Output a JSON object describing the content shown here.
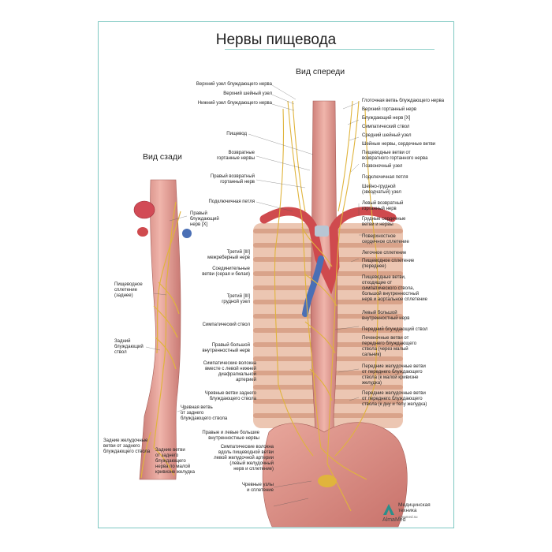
{
  "title": "Нервы пищевода",
  "view_back": "Вид сзади",
  "view_front": "Вид спереди",
  "labels_back": [
    "Правый\nблуждающий\nнерв [X]",
    "Пищеводное\nсплетение\n(заднее)",
    "Задний\nблуждающий\nствол",
    "Чревная ветвь\nот заднего\nблуждающего ствола",
    "Задние желудочные\nветви от заднего\nблуждающего ствола",
    "Задние ветви\nот заднего\nблуждающего\nнерва по малой\nкривизне желудка"
  ],
  "labels_mid": [
    "Верхний узел блуждающего нерва",
    "Верхний шейный узел",
    "Нижний узел блуждающего нерва",
    "Пищевод",
    "Возвратные\nгортанные нервы",
    "Правый возвратный\nгортанный нерв",
    "Подключичная петля",
    "Третий [III]\nмежреберный нерв",
    "Соединительные\nветви (серая и белая)",
    "Третий [III]\nгрудной узел",
    "Симпатический ствол",
    "Правый большой\nвнутренностный нерв",
    "Симпатические волокна\nвместе с левой нижней\nдиафрагмальной\nартерией",
    "Чревные ветви заднего\nблуждающего ствола",
    "Правые и левые большие\nвнутренностные нервы",
    "Симпатические волокна\nвдоль пищеводной ветви\nлевой желудочной артерии\n(левый желудочный\nнерв и сплетение)",
    "Чревные узлы\nи сплетение"
  ],
  "labels_right": [
    "Глоточная ветвь блуждающего нерва",
    "Верхний гортанный нерв",
    "Блуждающий нерв [X]",
    "Симпатический ствол",
    "Средний шейный узел",
    "Шейные нервы, сердечные ветви",
    "Пищеводные ветви от\nвозвратного гортанного нерва",
    "Позвоночный узел",
    "Подключичная петля",
    "Шейно-грудной\n(звездчатый) узел",
    "Левый возвратный\nгортанный нерв",
    "Грудные сердечные\nветви и нервы",
    "Поверхностное\nсердечное сплетение",
    "Легочное сплетение",
    "Пищеводное сплетение\n(переднее)",
    "Пищеводные ветви,\nотходящие от\nсимпатического ствола,\nбольшой внутренностный\nнерв и аортальное сплетение",
    "Левый большой\nвнутренностный нерв",
    "Передний блуждающий ствол",
    "Печеночные ветви от\nпереднего блуждающего\nствола (через малый\nсальник)",
    "Передние желудочные ветви\nот переднего блуждающего\nствола (к малой кривизне\nжелудка)",
    "Передние желудочные ветви\nот переднего блуждающего\nствола (к дну и телу желудка)"
  ],
  "logo": {
    "brand": "AlmaMed",
    "company": "Медицинская\nтехника",
    "site": "almamed.su"
  },
  "colors": {
    "frame": "#7ec8c2",
    "nerve": "#e0b43c",
    "esophagus": "#e6a29a",
    "artery": "#cf4a4e",
    "vertebra": "#e3b49a"
  }
}
